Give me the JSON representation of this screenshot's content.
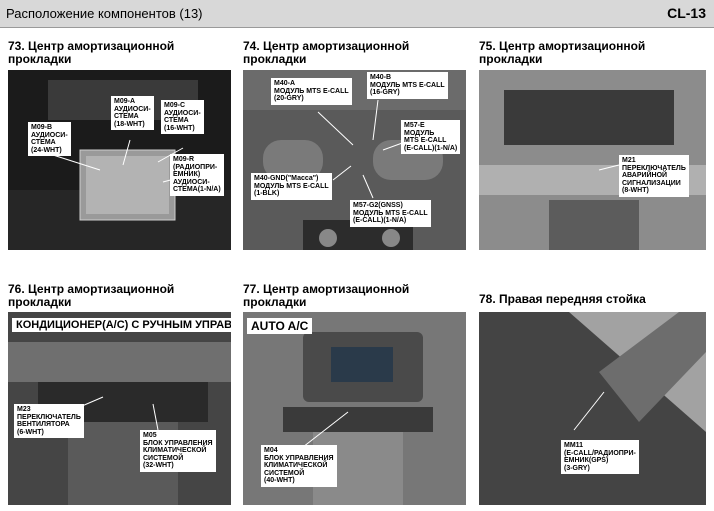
{
  "header": {
    "title": "Расположение компонентов (13)",
    "code": "CL-13"
  },
  "panels": {
    "p73": {
      "caption": "73. Центр амортизационной\nпрокладки",
      "labels": {
        "m09b": "M09-B\nАУДИОСИ-\nСТЕМА\n(24-WHT)",
        "m09a": "M09-A\nАУДИОСИ-\nСТЕМА\n(18-WHT)",
        "m09c": "M09-C\nАУДИОСИ-\nСТЕМА\n(16-WHT)",
        "m09r": "M09-R\n(РАДИОПРИ-\nЕМНИК)\nАУДИОСИ-\nСТЕМА(1-N/A)"
      }
    },
    "p74": {
      "caption": "74. Центр амортизационной\nпрокладки",
      "labels": {
        "m40a": "M40-A\nМОДУЛЬ MTS E-CALL\n(20-GRY)",
        "m40b": "M40-B\nМОДУЛЬ MTS E-CALL\n(16-GRY)",
        "m57e": "M57-E\nМОДУЛЬ\nMTS E-CALL\n(E-CALL)(1-N/A)",
        "m40gnd": "M40-GND(\"Масса\")\nМОДУЛЬ MTS E-CALL\n(1-BLK)",
        "m57g2": "M57-G2(GNSS)\nМОДУЛЬ MTS E-CALL\n(E-CALL)(1-N/A)"
      }
    },
    "p75": {
      "caption": "75. Центр амортизационной\nпрокладки",
      "labels": {
        "m21": "M21\nПЕРЕКЛЮЧАТЕЛЬ\nАВАРИЙНОЙ\nСИГНАЛИЗАЦИИ\n(8-WHT)"
      }
    },
    "p76": {
      "caption": "76. Центр амортизационной\nпрокладки",
      "banner": "КОНДИЦИОНЕР(A/C) С РУЧНЫМ УПРАВЛЕНИЕМ",
      "labels": {
        "m23": "M23\nПЕРЕКЛЮЧАТЕЛЬ\nВЕНТИЛЯТОРА\n(6-WHT)",
        "m05": "M05\nБЛОК УПРАВЛЕНИЯ\nКЛИМАТИЧЕСКОЙ\nСИСТЕМОЙ\n(32-WHT)"
      }
    },
    "p77": {
      "caption": "77. Центр амортизационной\nпрокладки",
      "banner": "AUTO A/C",
      "labels": {
        "m04": "M04\nБЛОК УПРАВЛЕНИЯ\nКЛИМАТИЧЕСКОЙ\nСИСТЕМОЙ\n(40-WHT)"
      }
    },
    "p78": {
      "caption": "78. Правая передняя стойка",
      "labels": {
        "mm11": "MM11\n(E-CALL/РАДИОПРИ-\nЕМНИК(GPS)\n(3-GRY)"
      }
    }
  }
}
